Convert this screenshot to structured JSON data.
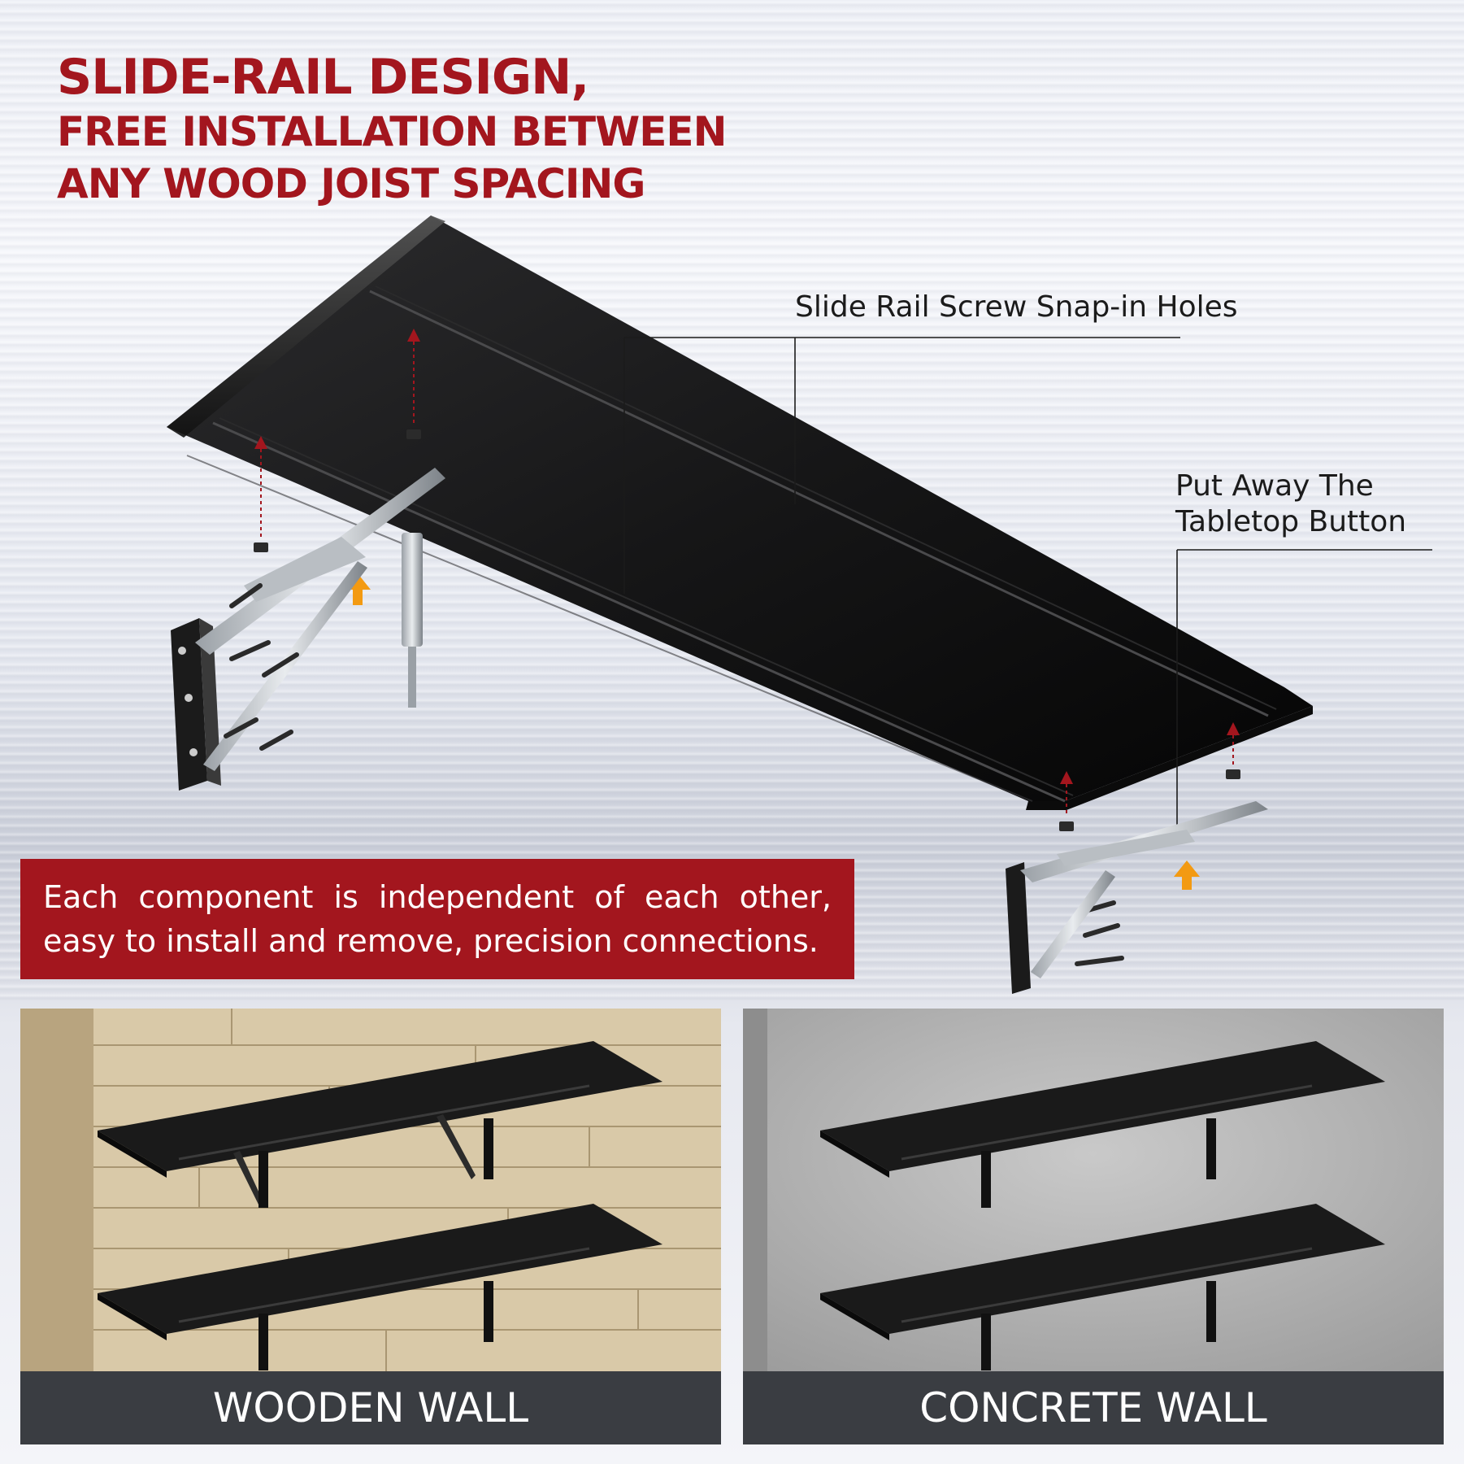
{
  "headline": {
    "line1": "SLIDE-RAIL DESIGN,",
    "line2": "FREE INSTALLATION BETWEEN",
    "line3": "ANY WOOD JOIST SPACING"
  },
  "callouts": {
    "rails": "Slide Rail Screw Snap-in Holes",
    "button_line1": "Put Away The",
    "button_line2": "Tabletop Button"
  },
  "info_box": {
    "text": "Each component is independent of each other, easy to install and remove, precision connections."
  },
  "panels": [
    {
      "label": "WOODEN WALL"
    },
    {
      "label": "CONCRETE WALL"
    }
  ],
  "colors": {
    "accent_red": "#a3161e",
    "arrow_orange": "#f39a12",
    "label_bar": "#3a3d42",
    "shelf_black": "#141414"
  }
}
